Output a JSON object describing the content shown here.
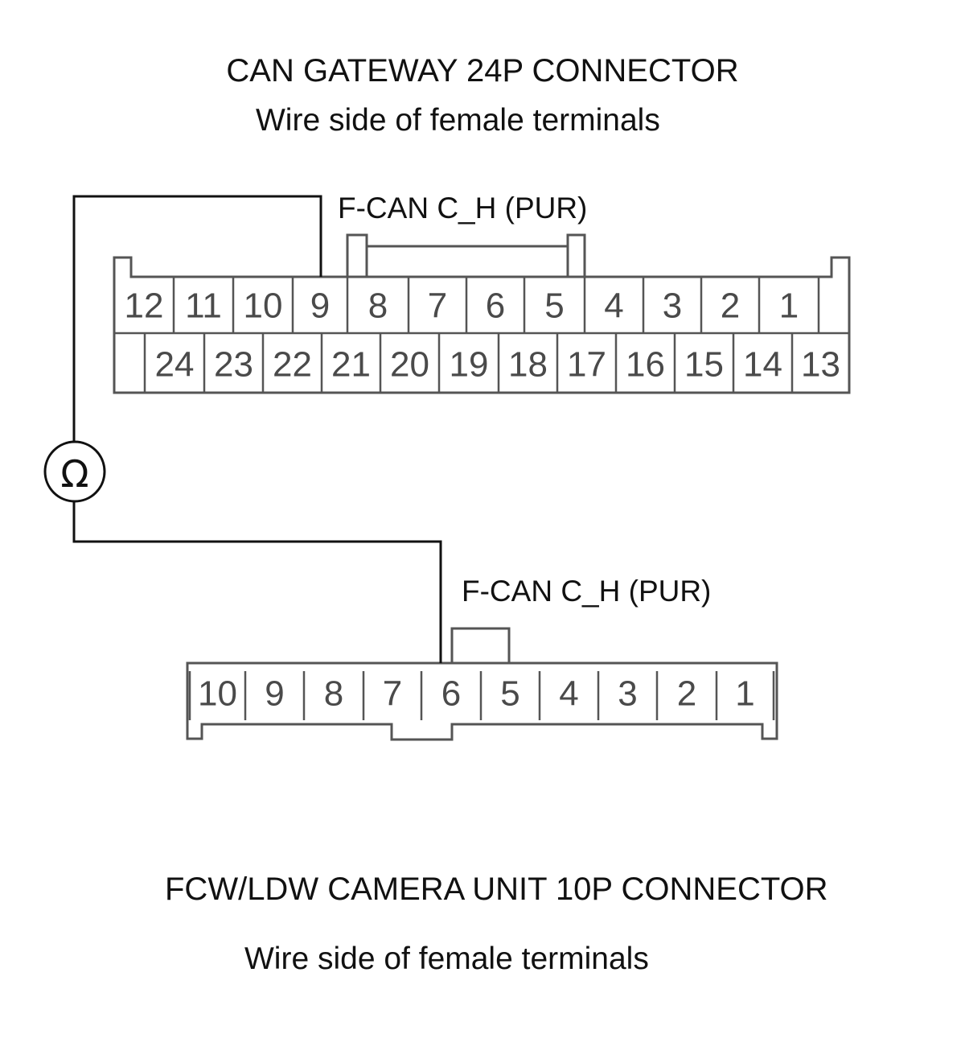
{
  "connector_top": {
    "title": "CAN GATEWAY 24P CONNECTOR",
    "subtitle": "Wire side of female terminals",
    "wire_label": "F-CAN C_H (PUR)",
    "row1": [
      "12",
      "11",
      "10",
      "9",
      "8",
      "7",
      "6",
      "5",
      "4",
      "3",
      "2",
      "1"
    ],
    "row2": [
      "24",
      "23",
      "22",
      "21",
      "20",
      "19",
      "18",
      "17",
      "16",
      "15",
      "14",
      "13"
    ],
    "probe_terminal": "9"
  },
  "connector_bottom": {
    "title": "FCW/LDW CAMERA UNIT 10P CONNECTOR",
    "subtitle": "Wire side of female terminals",
    "wire_label": "F-CAN C_H (PUR)",
    "row": [
      "10",
      "9",
      "8",
      "7",
      "6",
      "5",
      "4",
      "3",
      "2",
      "1"
    ],
    "probe_terminal": "6"
  },
  "meter": {
    "symbol": "Ω",
    "icon": "ohmmeter-icon"
  }
}
